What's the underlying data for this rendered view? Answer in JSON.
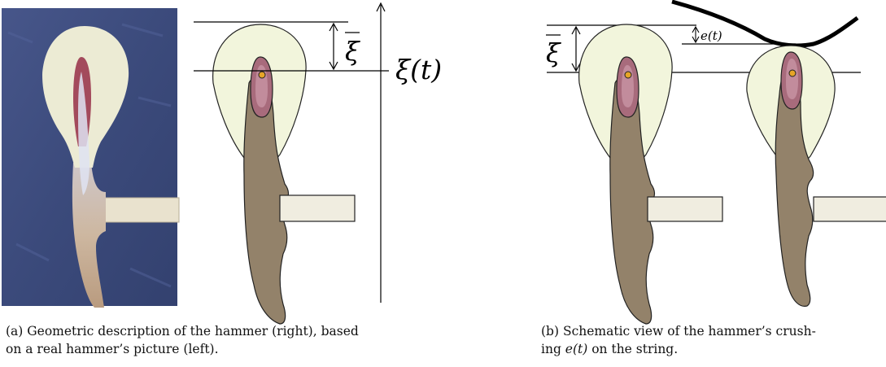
{
  "subfigure_a": {
    "label_xi_bar": "ξ",
    "label_xi_t": "ξ(t)",
    "caption": {
      "tag": "(a)",
      "text_line1": "Geometric description of the hammer (right), based",
      "text_line2": "on a real hammer’s picture (left)."
    }
  },
  "subfigure_b": {
    "label_xi_bar": "ξ",
    "label_e_t": "e(t)",
    "caption": {
      "tag": "(b)",
      "text_line1": "Schematic view of the hammer’s crush-",
      "text_line2_prefix": "ing ",
      "text_line2_math": "e(t)",
      "text_line2_suffix": " on the string."
    }
  },
  "colors": {
    "felt": "#f2f5dc",
    "core": "#a86b7c",
    "wood": "#93826a",
    "shank": "#f0ede0",
    "dot": "#e6a528",
    "photo_bg": "#3e4d80"
  }
}
